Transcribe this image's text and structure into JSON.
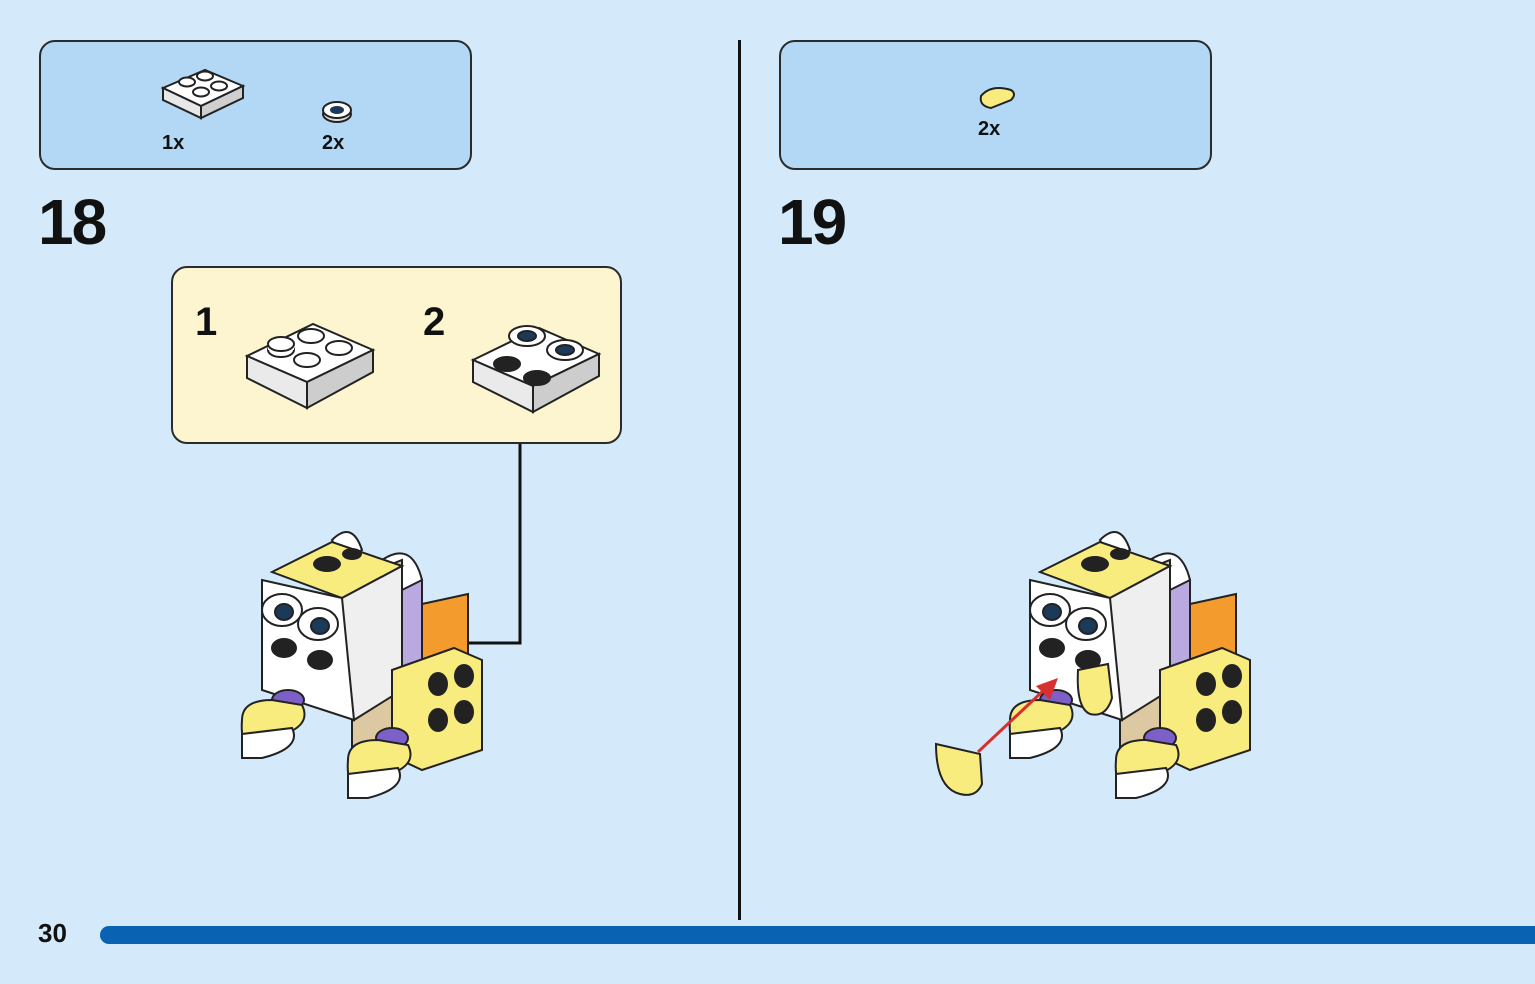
{
  "steps": [
    {
      "number": "18",
      "parts": [
        {
          "icon": "plate-2x2-white-icon",
          "qty": "1x"
        },
        {
          "icon": "round-eye-tile-icon",
          "qty": "2x"
        }
      ],
      "substeps": [
        "1",
        "2"
      ]
    },
    {
      "number": "19",
      "parts": [
        {
          "icon": "yellow-curved-tile-icon",
          "qty": "2x"
        }
      ]
    }
  ],
  "page_number": "30",
  "colors": {
    "background": "#d4eafa",
    "parts_box": "#b3d8f5",
    "substep_box": "#fdf5cf",
    "progress_bar": "#0a62b3",
    "brick_yellow": "#f8ec7e",
    "brick_orange": "#f39b2c",
    "brick_tan": "#dcc9a1",
    "brick_lavender": "#b9a9e0",
    "arrow_red": "#d82f2f"
  }
}
